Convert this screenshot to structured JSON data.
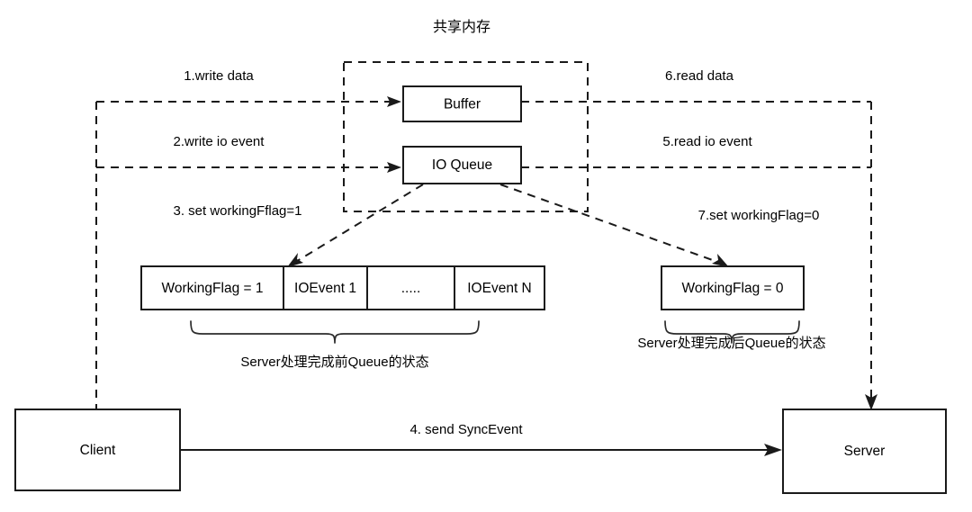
{
  "diagram": {
    "title": "共享内存",
    "shared_memory": {
      "label": "共享内存",
      "buffer_label": "Buffer",
      "io_queue_label": "IO Queue"
    },
    "endpoints": {
      "client_label": "Client",
      "server_label": "Server"
    },
    "steps": [
      {
        "id": "step-1",
        "label": "1.write data"
      },
      {
        "id": "step-2",
        "label": "2.write io event"
      },
      {
        "id": "step-3",
        "label": "3. set workingFflag=1"
      },
      {
        "id": "step-4",
        "label": "4. send SyncEvent"
      },
      {
        "id": "step-5",
        "label": "5.read io event"
      },
      {
        "id": "step-6",
        "label": "6.read data"
      },
      {
        "id": "step-7",
        "label": "7.set workingFlag=0"
      }
    ],
    "queue_before": {
      "cells": [
        "WorkingFlag = 1",
        "IOEvent 1",
        ".....",
        "IOEvent N"
      ],
      "caption": "Server处理完成前Queue的状态"
    },
    "queue_after": {
      "cells": [
        "WorkingFlag = 0"
      ],
      "caption": "Server处理完成后Queue的状态"
    },
    "colors": {
      "stroke": "#1a1a1a",
      "text": "#000000",
      "background": "#ffffff",
      "brace": "#2b2b2b"
    }
  }
}
